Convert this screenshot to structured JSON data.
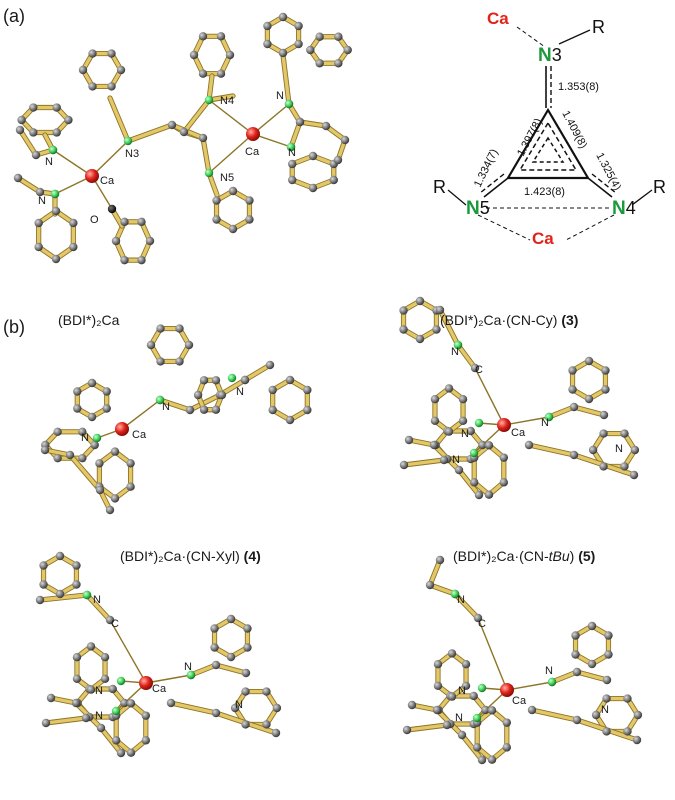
{
  "panels": {
    "a": "(a)",
    "b": "(b)"
  },
  "titles": {
    "t1": "(BDI*)₂Ca",
    "t2_main": "(BDI*)₂Ca·(CN-Cy) ",
    "t2_num": "(3)",
    "t3_main": "(BDI*)₂Ca·(CN-Xyl) ",
    "t3_num": "(4)",
    "t4_main": "(BDI*)₂Ca·(CN-",
    "t4_tbu": "tBu",
    "t4_close": ") ",
    "t4_num": "(5)"
  },
  "atom_labels": {
    "N": "N",
    "Ca": "Ca",
    "O": "O",
    "C": "C",
    "N3": "N3",
    "N4": "N4",
    "N5": "N5"
  },
  "scheme": {
    "ca": "Ca",
    "r": "R",
    "n3": "N3",
    "n4": "N4",
    "n5": "N5",
    "n3_n": "N",
    "n3_num": "3",
    "n4_n": "N",
    "n4_num": "4",
    "n5_n": "N",
    "n5_num": "5",
    "bond_n3c": "1.353(8)",
    "bond_left_upper": "1.397(8)",
    "bond_right_upper": "1.409(8)",
    "bond_left_lower": "1.334(7)",
    "bond_right_lower": "1.325(4)",
    "bond_bottom": "1.423(8)"
  },
  "colors": {
    "bond": "#e3c768",
    "bond_edge": "#8c7526",
    "carbon": "#7a7a7a",
    "nitrogen": "#3fcf5a",
    "calcium": "#e2231a",
    "oxygen": "#111111",
    "scheme_nitrogen": "#1a9a3a",
    "scheme_ca": "#e2231a"
  }
}
